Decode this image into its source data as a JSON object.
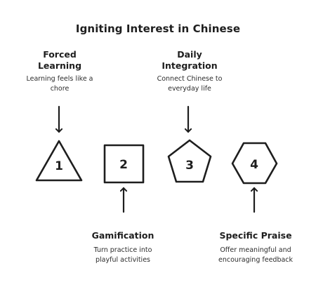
{
  "title": "Igniting Interest in Chinese",
  "steps": [
    {
      "number": "1",
      "shape": "triangle",
      "title_line1": "Forced",
      "title_line2": "Learning",
      "desc_line1": "Learning feels like a",
      "desc_line2": "chore"
    },
    {
      "number": "2",
      "shape": "square",
      "title_line1": "Gamification",
      "title_line2": "",
      "desc_line1": "Turn practice into",
      "desc_line2": "playful activities"
    },
    {
      "number": "3",
      "shape": "pentagon",
      "title_line1": "Daily",
      "title_line2": "Integration",
      "desc_line1": "Connect Chinese to",
      "desc_line2": "everyday life"
    },
    {
      "number": "4",
      "shape": "hexagon",
      "title_line1": "Specific Praise",
      "title_line2": "",
      "desc_line1": "Offer meaningful and",
      "desc_line2": "encouraging feedback"
    }
  ]
}
